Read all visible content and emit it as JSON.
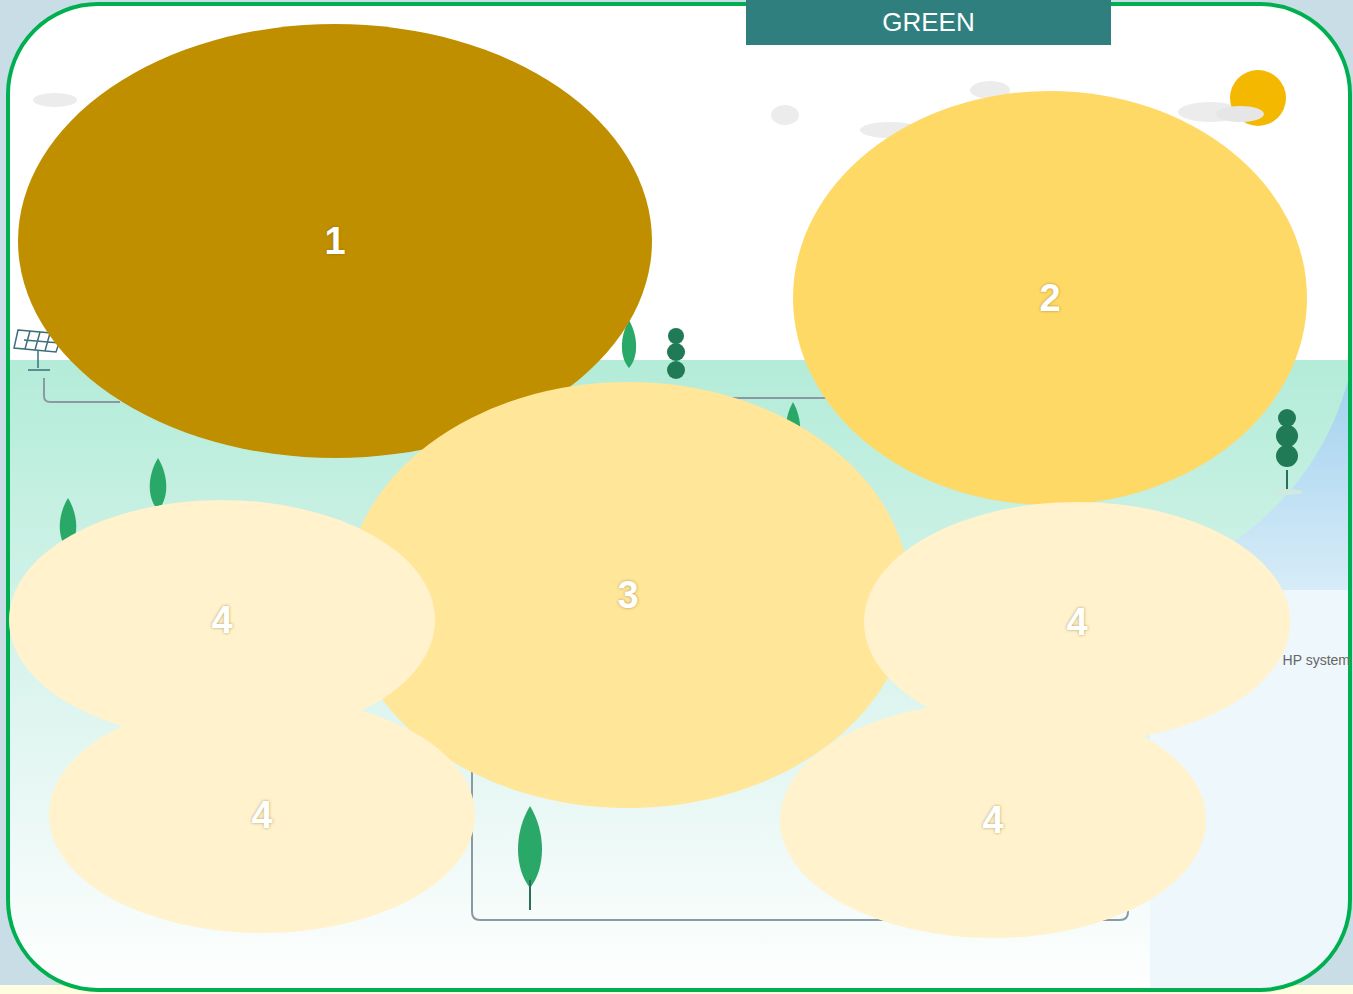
{
  "diagram": {
    "nodes": [
      {
        "text": [
          "GREEN"
        ]
      },
      {
        "text": [
          "1"
        ]
      },
      {
        "text": [
          "2"
        ]
      },
      {
        "text": [
          "3"
        ]
      },
      {
        "text": [
          "4"
        ]
      },
      {
        "text": [
          "4"
        ]
      },
      {
        "text": [
          "4"
        ]
      },
      {
        "text": [
          "4"
        ]
      }
    ],
    "labels": [
      "HP system"
    ]
  }
}
